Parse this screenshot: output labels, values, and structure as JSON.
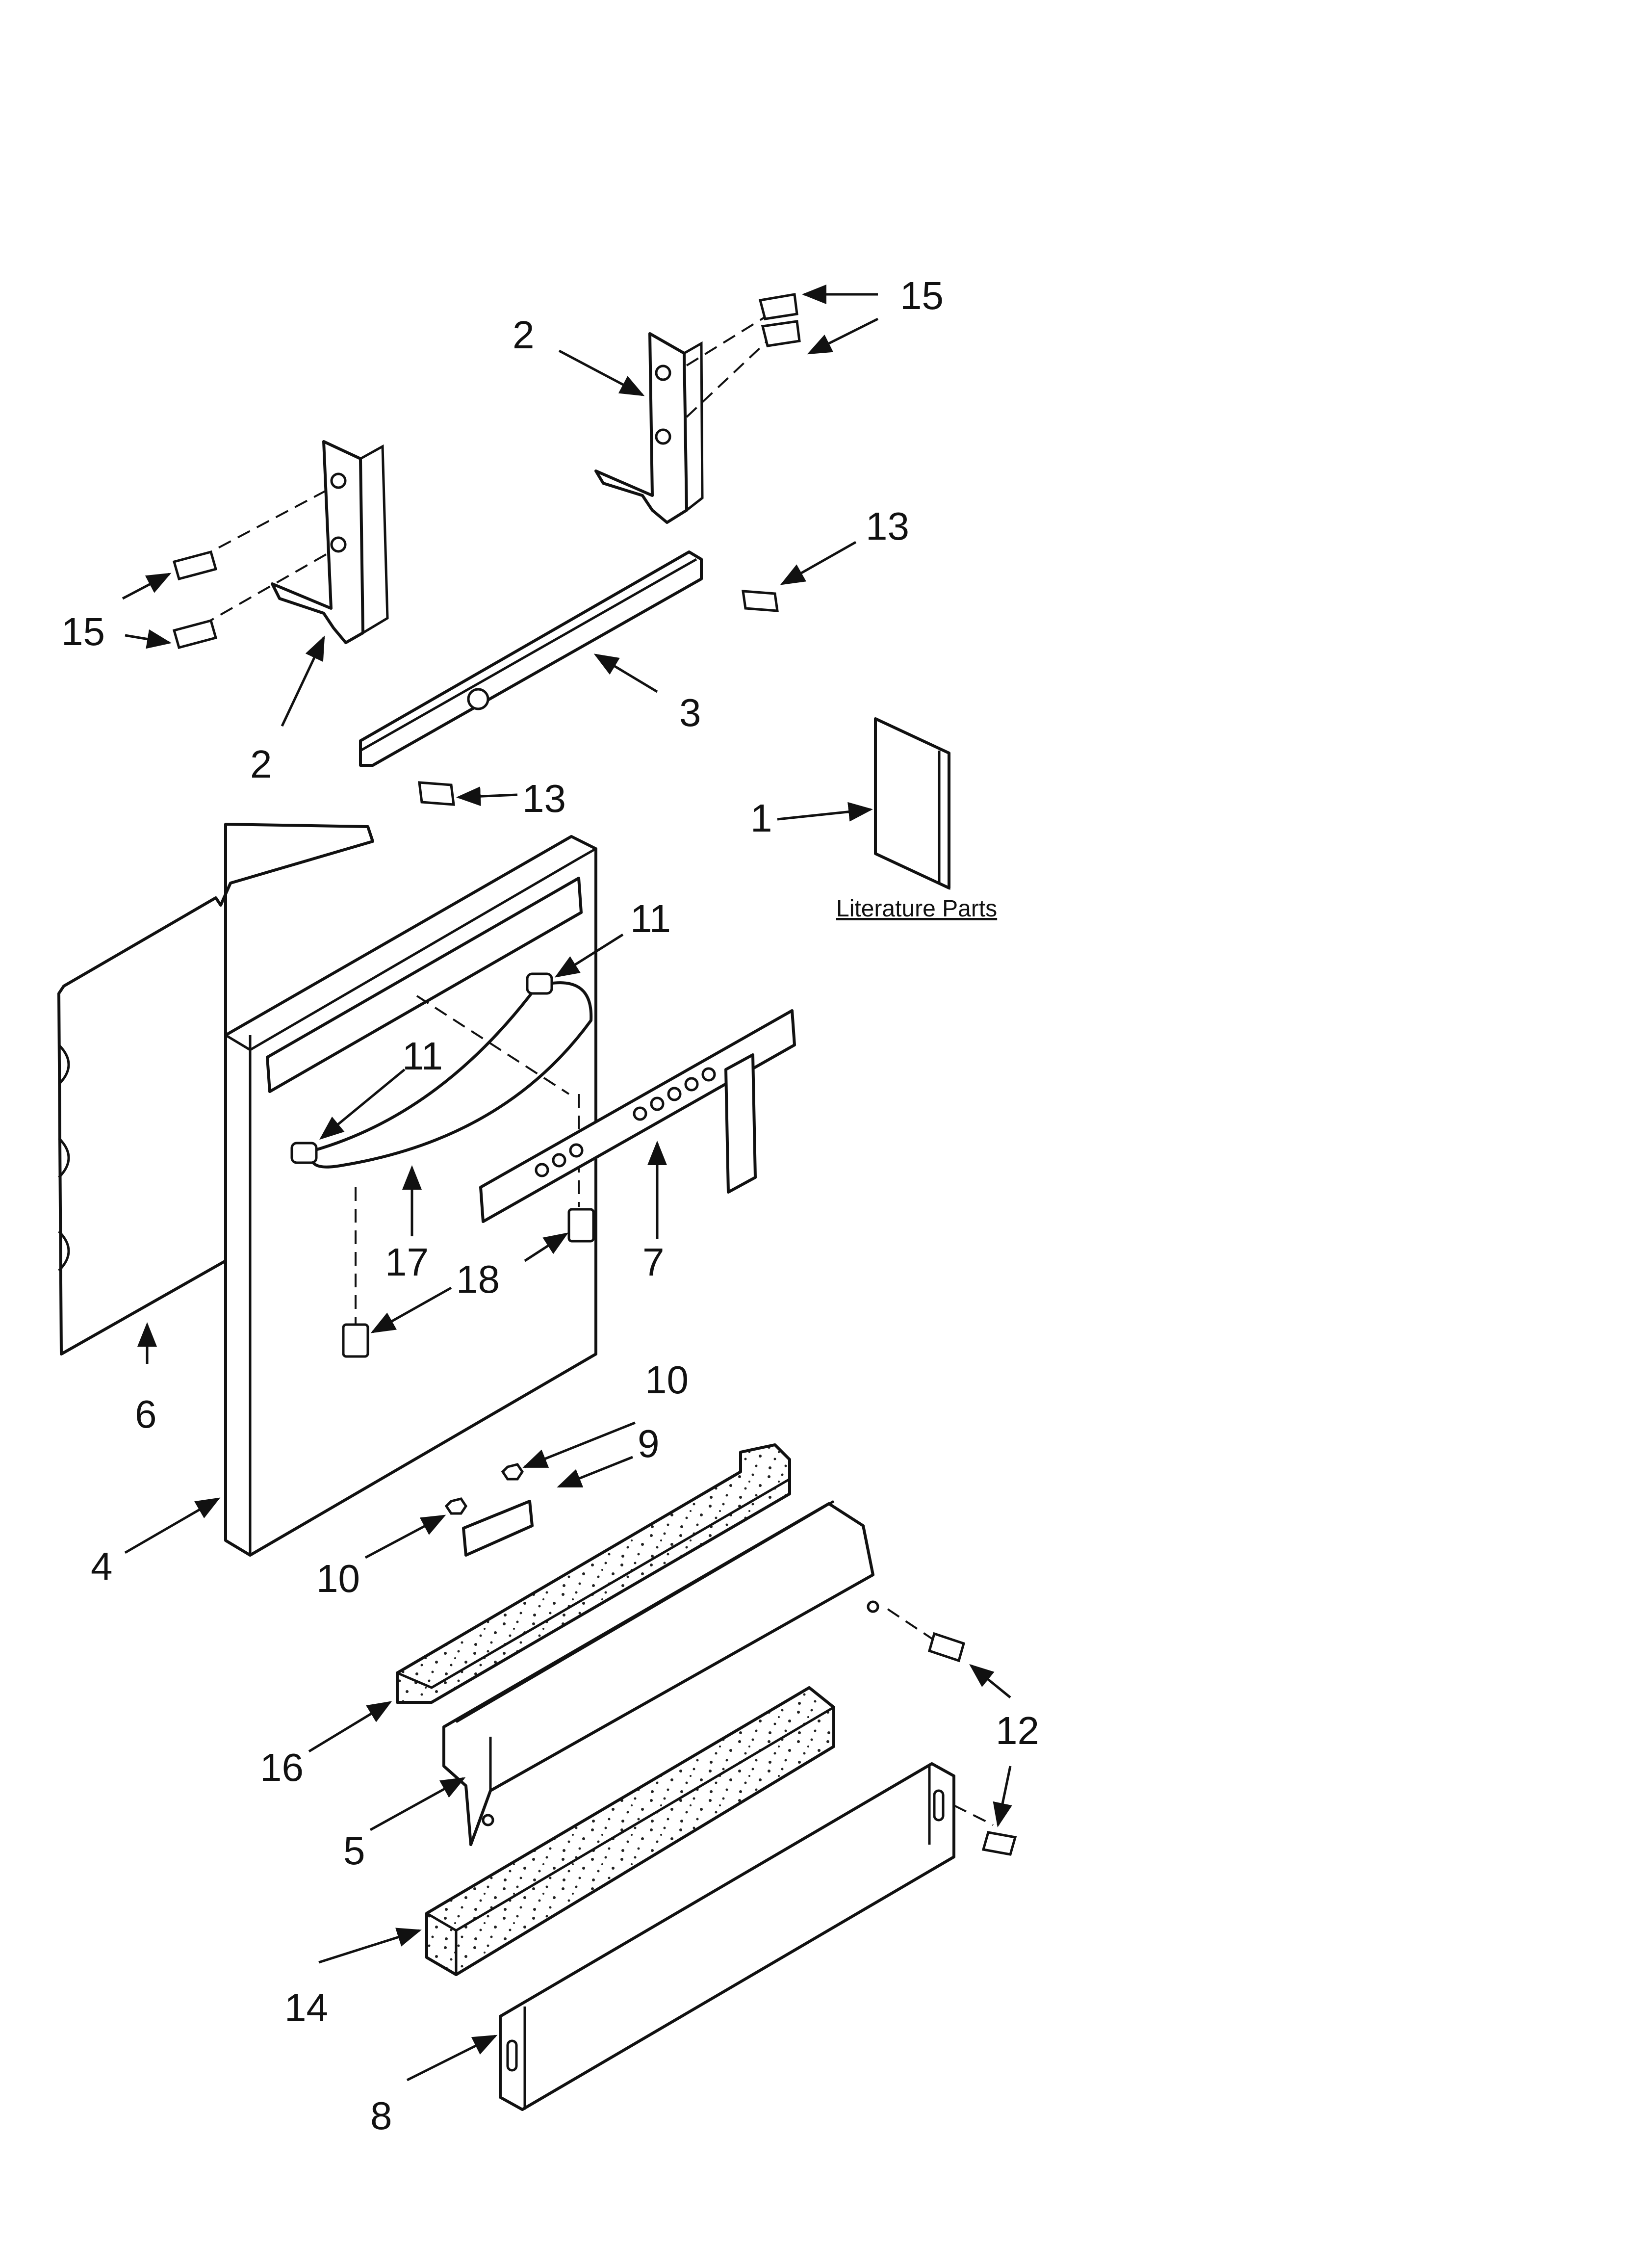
{
  "callouts": {
    "c1": "1",
    "c2a": "2",
    "c2b": "2",
    "c3": "3",
    "c4": "4",
    "c5": "5",
    "c6": "6",
    "c7": "7",
    "c8": "8",
    "c9": "9",
    "c10a": "10",
    "c10b": "10",
    "c11a": "11",
    "c11b": "11",
    "c12": "12",
    "c13a": "13",
    "c13b": "13",
    "c14": "14",
    "c15a": "15",
    "c15b": "15",
    "c16": "16",
    "c17": "17",
    "c18": "18"
  },
  "literature_label": "Literature Parts"
}
